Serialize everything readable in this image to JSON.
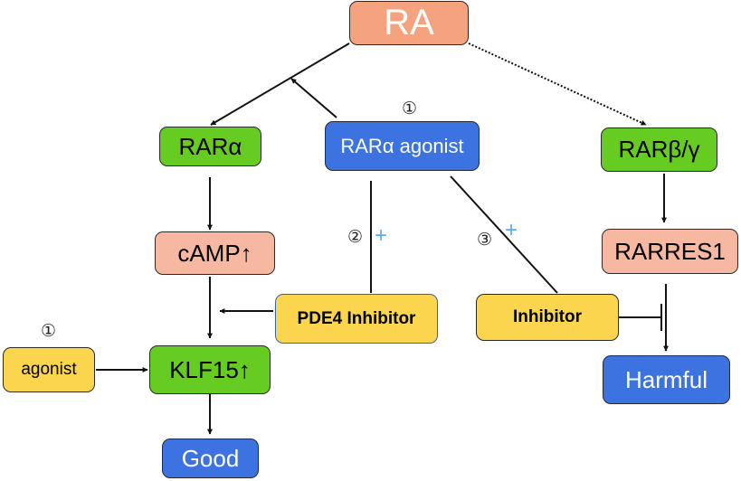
{
  "nodes": {
    "ra": "RA",
    "rar_alpha": "RARα",
    "rar_alpha_agonist": "RARα agonist",
    "rar_beta_gamma": "RARβ/γ",
    "camp": "cAMP↑",
    "rarres1": "RARRES1",
    "pde4_inhibitor": "PDE4 Inhibitor",
    "inhibitor": "Inhibitor",
    "agonist": "agonist",
    "klf15": "KLF15↑",
    "harmful": "Harmful",
    "good": "Good"
  },
  "markers": {
    "step1_top": "①",
    "step2": "②",
    "step3": "③",
    "step1_left": "①",
    "plus_step2": "+",
    "plus_step3": "+"
  },
  "colors": {
    "ra_fill": "#f4a37e",
    "salmon_fill": "#f7b8a2",
    "green_fill": "#66cc22",
    "blue_fill": "#3c73e0",
    "yellow_fill": "#fcd54f",
    "plus_color": "#5aaee8"
  }
}
